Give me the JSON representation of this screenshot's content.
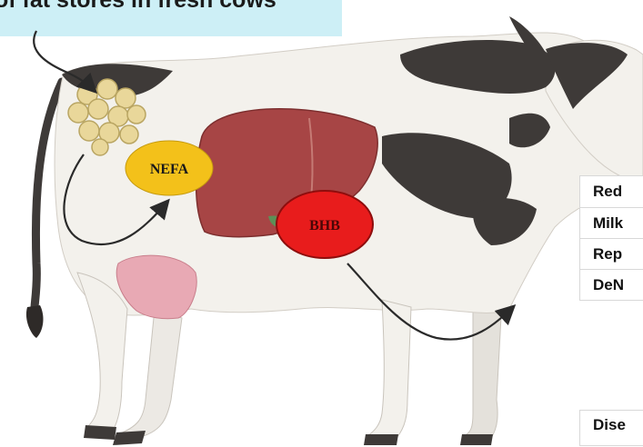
{
  "title": "of fat stores in fresh cows",
  "labels": {
    "nefa": "NEFA",
    "bhb": "BHB"
  },
  "side_items": [
    "Red",
    "Milk",
    "Rep",
    "DeN"
  ],
  "bottom_item": "Dise",
  "colors": {
    "banner": "#cdeff6",
    "nefa": "#f3c11a",
    "bhb": "#e81c1c",
    "liver": "#a74545",
    "cow_spot": "#3e3a38",
    "udder": "#e8a9b4"
  }
}
